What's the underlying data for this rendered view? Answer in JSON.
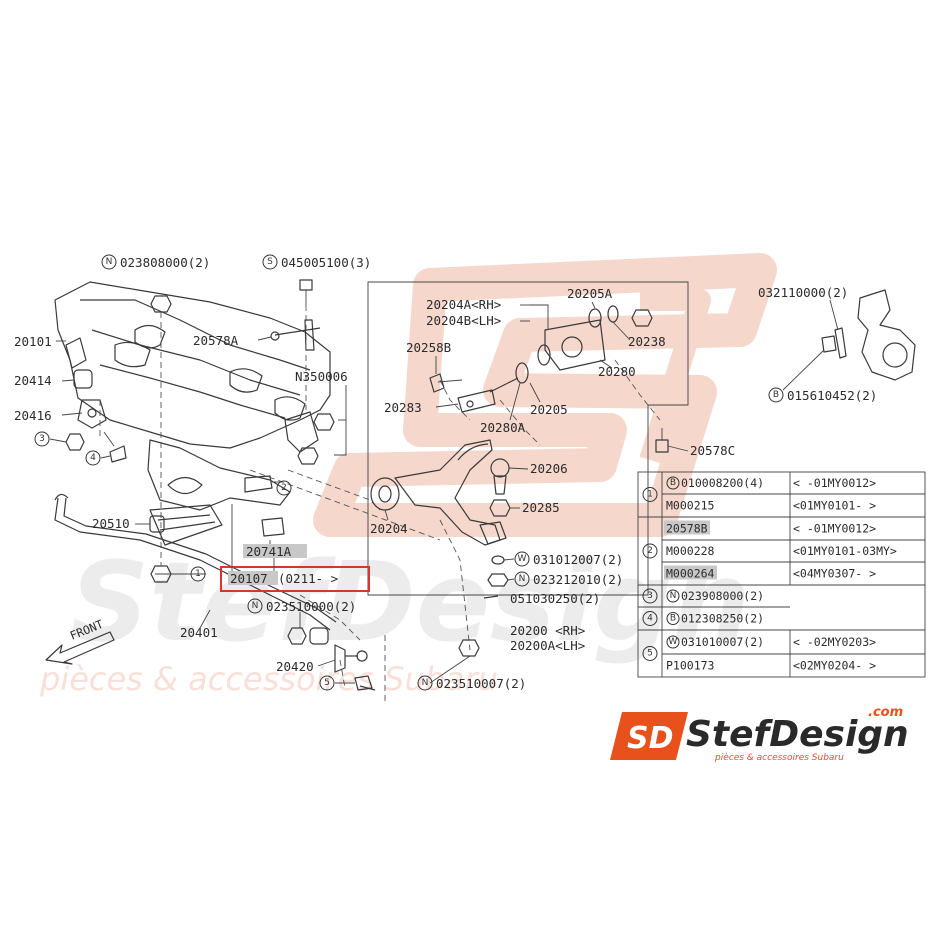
{
  "watermark": {
    "main": "StefDesign",
    "sub": "pièces & accessoires Subaru",
    "mark": "SD"
  },
  "logo": {
    "mark": "SD",
    "name": "StefDesign",
    "domain": ".com",
    "tagline": "pièces & accessoires Subaru",
    "accent": "#e8501c"
  },
  "highlight_color": "#e0312c",
  "front_label": "FRONT",
  "callouts": {
    "c1": "N",
    "c1_text": "023808000(2)",
    "c2": "S",
    "c2_text": "045005100(3)",
    "c3_text": "20101",
    "c4_text": "20578A",
    "c5_text": "N350006",
    "c6_text": "20414",
    "c7_text": "20416",
    "c8_text": "3",
    "c9_text": "4",
    "c10_text": "2",
    "c11_text": "20510",
    "c12_text": "20741A",
    "c13_text": "20107",
    "c13_range": "(0211-       >",
    "c14_text": "1",
    "c15_text": "20401",
    "c16": "N",
    "c16_text": "023510000(2)",
    "c17_text": "20420",
    "c18_text": "5",
    "c19_text": "20204A<RH>",
    "c20_text": "20204B<LH>",
    "c21_text": "20205A",
    "c22_text": "20238",
    "c23_text": "20258B",
    "c24_text": "20280",
    "c25_text": "20283",
    "c26_text": "20205",
    "c27_text": "20280A",
    "c28_text": "20206",
    "c29_text": "20285",
    "c30_text": "20204",
    "c31": "W",
    "c31_text": "031012007(2)",
    "c32": "N",
    "c32_text": "023212010(2)",
    "c33_text": "051030250(2)",
    "c34_text": "20200 <RH>",
    "c35_text": "20200A<LH>",
    "c36": "N",
    "c36_text": "023510007(2)",
    "c37_text": "20578C",
    "c38_text": "032110000(2)",
    "c39": "B",
    "c39_text": "015610452(2)"
  },
  "table": {
    "rows": [
      {
        "group": "1",
        "prefix": "B",
        "part": "010008200(4)",
        "range": "<      -01MY0012>"
      },
      {
        "group": "",
        "prefix": "",
        "part": "M000215",
        "range": "<01MY0101-       >"
      },
      {
        "group": "2",
        "prefix": "",
        "part": "20578B",
        "range": "<      -01MY0012>",
        "highlight": true
      },
      {
        "group": "",
        "prefix": "",
        "part": "M000228",
        "range": "<01MY0101-03MY>"
      },
      {
        "group": "",
        "prefix": "",
        "part": "M000264",
        "range": "<04MY0307-       >",
        "highlight": true
      },
      {
        "group": "3",
        "prefix": "N",
        "part": "023908000(2)",
        "range": ""
      },
      {
        "group": "4",
        "prefix": "B",
        "part": "012308250(2)",
        "range": ""
      },
      {
        "group": "5",
        "prefix": "W",
        "part": "031010007(2)",
        "range": "<      -02MY0203>"
      },
      {
        "group": "",
        "prefix": "",
        "part": "P100173",
        "range": "<02MY0204-       >"
      }
    ]
  }
}
